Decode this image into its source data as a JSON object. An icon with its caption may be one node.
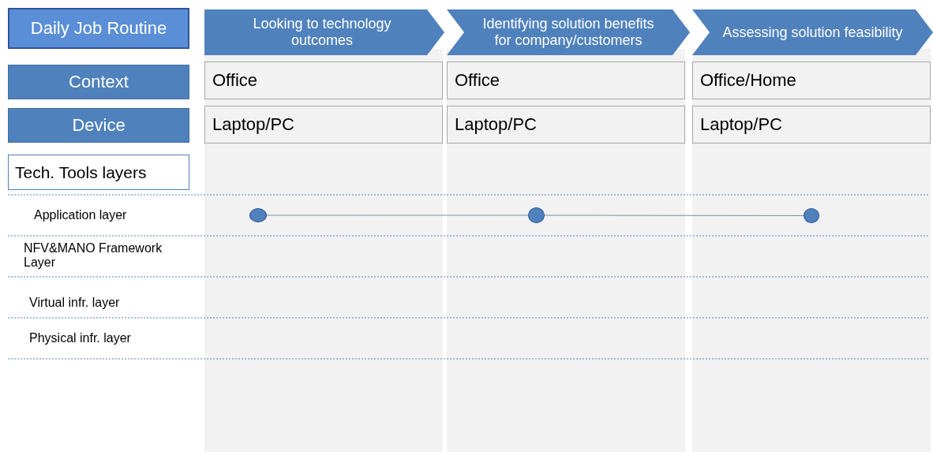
{
  "diagram": {
    "nodes": [
      {
        "text": [
          "Daily Job Routine"
        ]
      },
      {
        "text": [
          "Looking to technology outcomes"
        ]
      },
      {
        "text": [
          "Identifying solution benefits for company/customers"
        ]
      },
      {
        "text": [
          "Assessing solution feasibility"
        ]
      },
      {
        "text": [
          "Context"
        ]
      },
      {
        "text": [
          "Office"
        ]
      },
      {
        "text": [
          "Office"
        ]
      },
      {
        "text": [
          "Office/Home"
        ]
      },
      {
        "text": [
          "Device"
        ]
      },
      {
        "text": [
          "Laptop/PC"
        ]
      },
      {
        "text": [
          "Laptop/PC"
        ]
      },
      {
        "text": [
          "Laptop/PC"
        ]
      },
      {
        "text": [
          "Tech. Tools layers"
        ]
      },
      {
        "text": [],
        "shape": "circle"
      },
      {
        "text": [],
        "shape": "circle"
      },
      {
        "text": [],
        "shape": "circle"
      }
    ],
    "edges": [
      {
        "from": 13,
        "to": 14,
        "arrow": "none"
      },
      {
        "from": 14,
        "to": 15,
        "arrow": "none"
      }
    ],
    "labels": [
      "Application layer",
      "NFV&MANO Framework Layer",
      "Virtual infr. layer",
      "Physical infr. layer"
    ]
  }
}
